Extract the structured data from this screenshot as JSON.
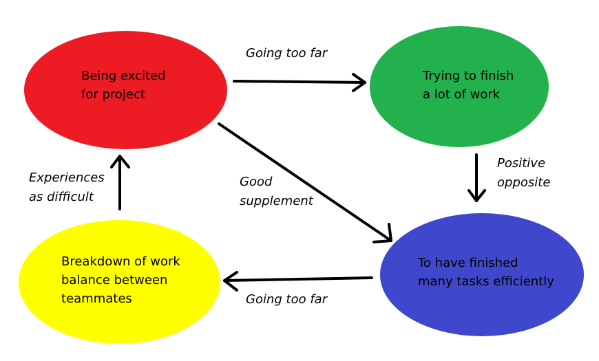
{
  "nodes": {
    "excited": {
      "label": "Being excited\nfor project",
      "color": "#ed1c24"
    },
    "finish_work": {
      "label": "Trying to finish\na lot of work",
      "color": "#22b14c"
    },
    "finished_tasks": {
      "label": "To have finished\nmany tasks efficiently",
      "color": "#3f48cc"
    },
    "breakdown": {
      "label": "Breakdown of work\nbalance between\nteammates",
      "color": "#ffff00"
    }
  },
  "edges": {
    "excited_to_finish": {
      "label": "Going too far"
    },
    "finish_to_finished": {
      "label": "Positive\nopposite"
    },
    "excited_to_finished": {
      "label": "Good\nsupplement"
    },
    "finished_to_breakdown": {
      "label": "Going too far"
    },
    "breakdown_to_excited": {
      "label": "Experiences\nas difficult"
    }
  }
}
